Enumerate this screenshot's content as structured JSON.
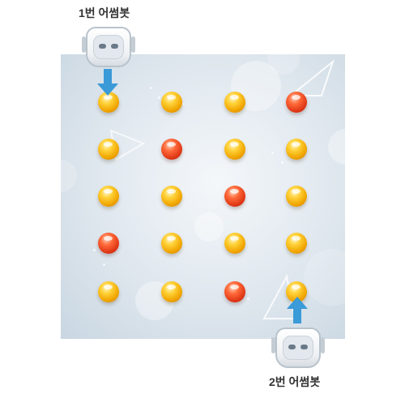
{
  "robots": [
    {
      "label": "1번 어썸봇"
    },
    {
      "label": "2번 어썸봇"
    }
  ],
  "colors": {
    "yellow_ball": "#f0a500",
    "red_ball": "#e23a18",
    "arrow": "#3b9ad8",
    "board": "#dfe7ee"
  },
  "grid": {
    "rows": 5,
    "cols": 4,
    "balls": [
      [
        "yellow",
        "yellow",
        "yellow",
        "red"
      ],
      [
        "yellow",
        "red",
        "yellow",
        "yellow"
      ],
      [
        "yellow",
        "yellow",
        "red",
        "yellow"
      ],
      [
        "red",
        "yellow",
        "yellow",
        "yellow"
      ],
      [
        "yellow",
        "yellow",
        "red",
        "yellow"
      ]
    ]
  }
}
